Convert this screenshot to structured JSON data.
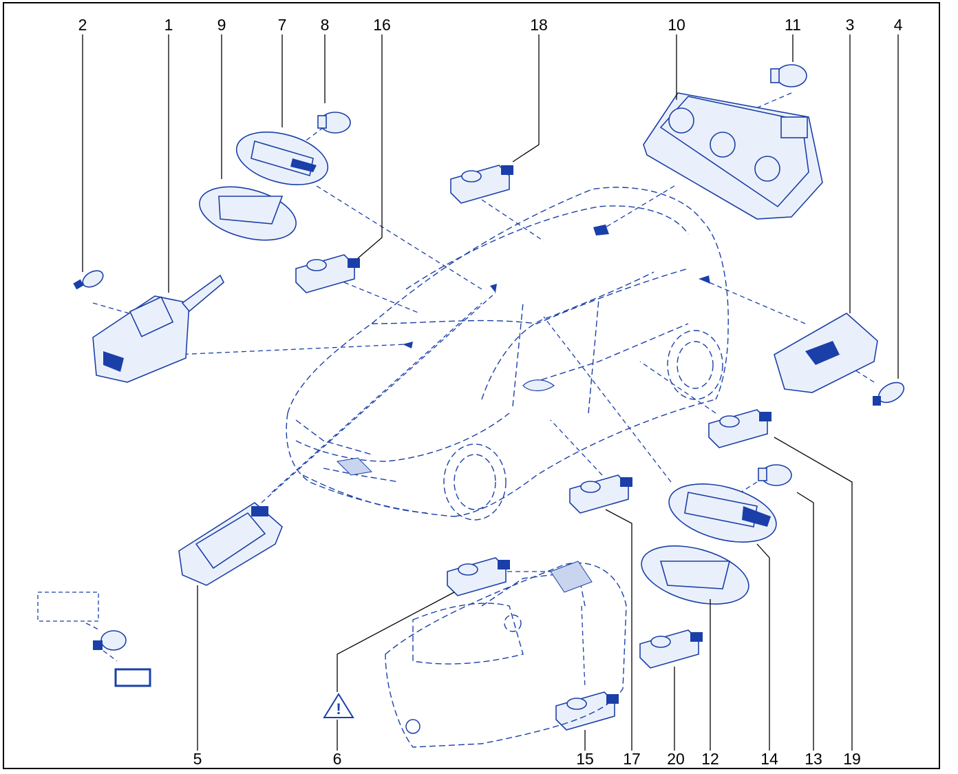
{
  "diagram": {
    "callouts": [
      "1",
      "2",
      "3",
      "4",
      "5",
      "6",
      "7",
      "8",
      "9",
      "10",
      "11",
      "12",
      "13",
      "14",
      "15",
      "16",
      "17",
      "18",
      "19",
      "20"
    ],
    "warning_symbol": "!",
    "icons": [
      "warning-triangle-icon",
      "bulb-icon",
      "switch-icon",
      "lamp-housing-icon"
    ],
    "colors": {
      "linework": "#1a3fa8",
      "labels": "#000000",
      "background": "#ffffff"
    }
  }
}
